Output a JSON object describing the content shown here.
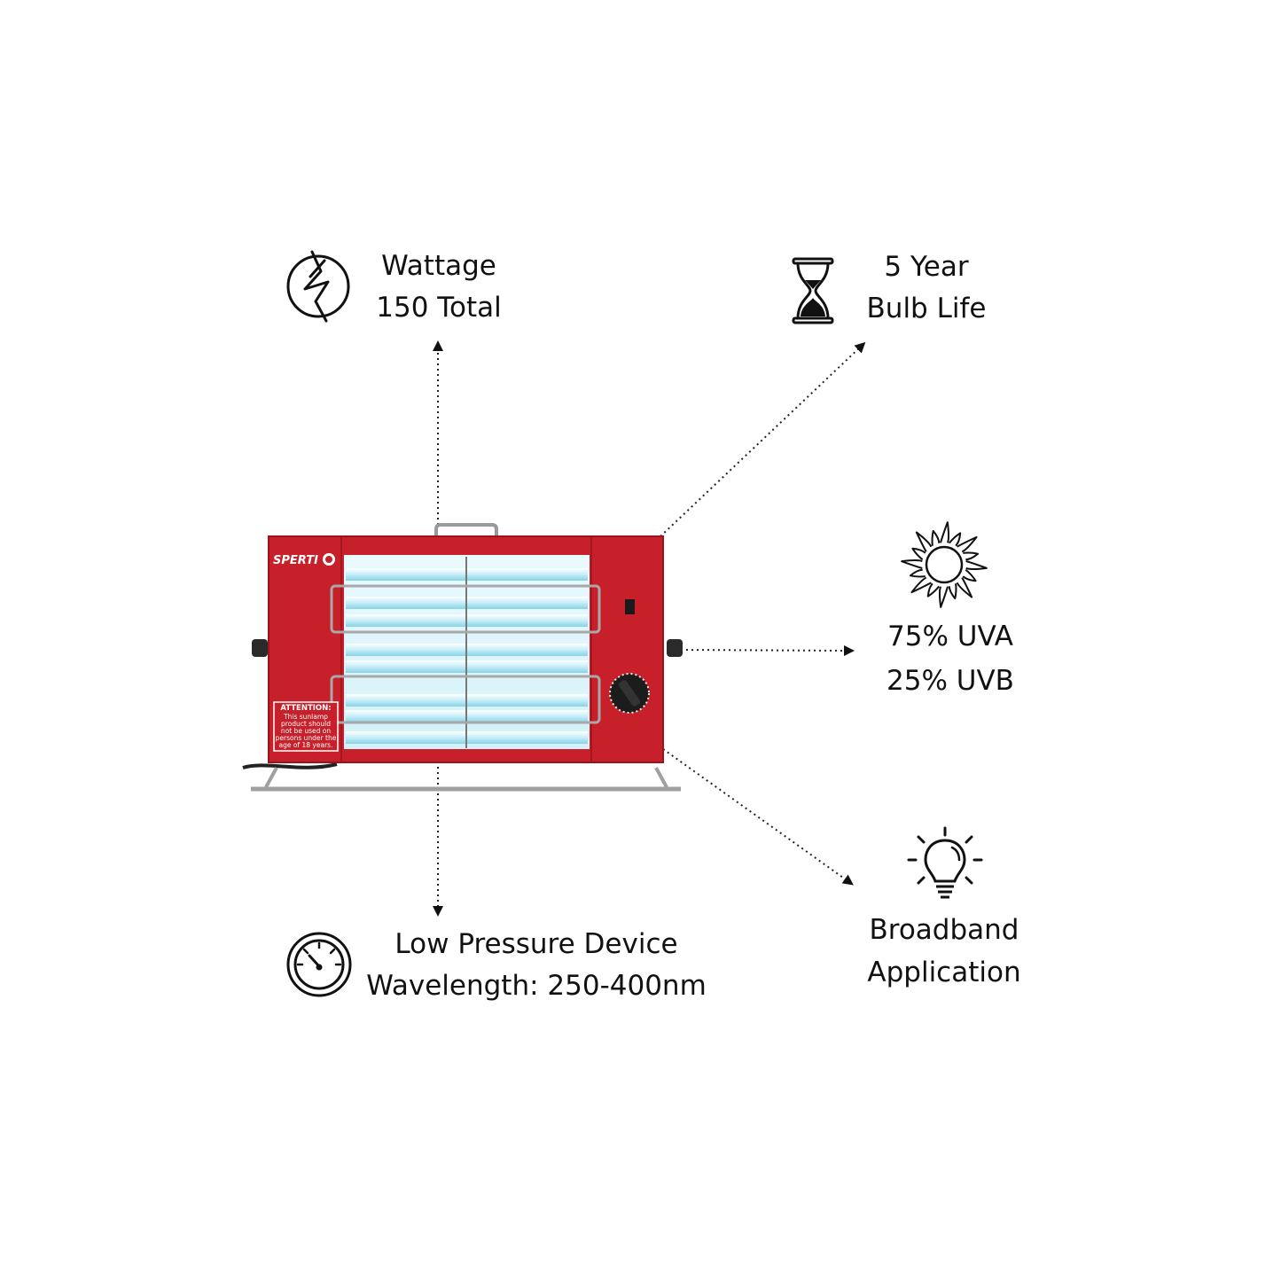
{
  "features": {
    "wattage": {
      "line1": "Wattage",
      "line2": "150 Total",
      "icon": "lightning-bolt-icon"
    },
    "bulb_life": {
      "line1": "5 Year",
      "line2": "Bulb Life",
      "icon": "hourglass-icon"
    },
    "uv_ratio": {
      "line1": "75% UVA",
      "line2": "25% UVB",
      "icon": "sun-icon"
    },
    "pressure": {
      "line1": "Low Pressure Device",
      "line2": "Wavelength: 250-400nm",
      "icon": "pressure-gauge-icon"
    },
    "application": {
      "line1": "Broadband",
      "line2": "Application",
      "icon": "light-bulb-icon"
    }
  },
  "product": {
    "brand": "SPERTI",
    "warning_title": "ATTENTION:",
    "warning_text": [
      "This sunlamp",
      "product should",
      "not be used on",
      "persons under the",
      "age of 18 years."
    ]
  },
  "colors": {
    "housing": "#c8202a",
    "housing_dark": "#9a141c",
    "glow": "#bfe9f4",
    "ink": "#111111"
  }
}
